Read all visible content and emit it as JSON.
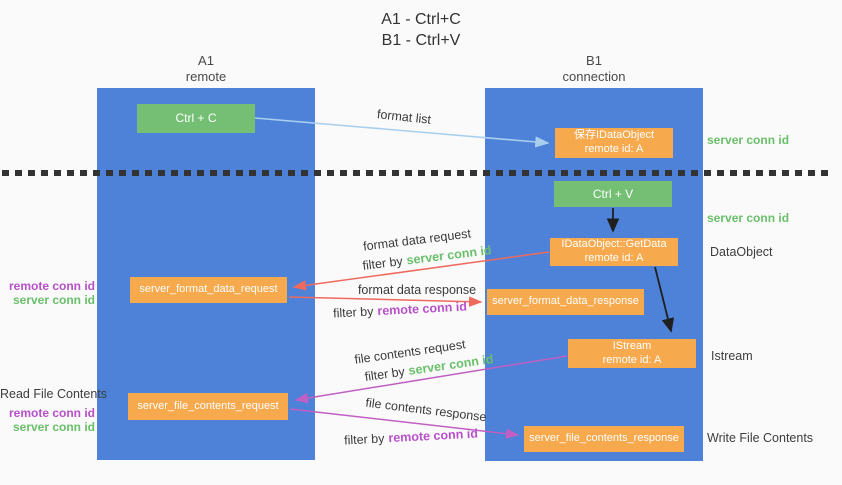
{
  "title": {
    "line1": "A1 - Ctrl+C",
    "line2": "B1 - Ctrl+V"
  },
  "lanes": {
    "a1": {
      "name": "A1",
      "subtitle": "remote"
    },
    "b1": {
      "name": "B1",
      "subtitle": "connection"
    }
  },
  "nodes": {
    "ctrl_c": {
      "label": "Ctrl + C"
    },
    "save_idataobject": {
      "label": "保存IDataObject",
      "sublabel": "remote id: A"
    },
    "ctrl_v": {
      "label": "Ctrl + V"
    },
    "getdata": {
      "label": "IDataObject::GetData",
      "sublabel": "remote id: A"
    },
    "format_request": {
      "label": "server_format_data_request"
    },
    "format_response": {
      "label": "server_format_data_response"
    },
    "istream": {
      "label": "IStream",
      "sublabel": "remote id: A"
    },
    "file_request": {
      "label": "server_file_contents_request"
    },
    "file_response": {
      "label": "server_file_contents_response"
    }
  },
  "edges": {
    "format_list": {
      "label": "format list"
    },
    "format_data_request": {
      "label": "format data request",
      "filter_prefix": "filter by",
      "filter_key": "server conn id"
    },
    "format_data_response": {
      "label": "format data response",
      "filter_prefix": "filter by",
      "filter_key": "remote conn id"
    },
    "file_contents_request": {
      "label": "file contents request",
      "filter_prefix": "filter by",
      "filter_key": "server conn id"
    },
    "file_contents_response": {
      "label": "file contents response",
      "filter_prefix": "filter by",
      "filter_key": "remote conn id"
    }
  },
  "side_labels": {
    "right_server_conn_id_1": "server conn id",
    "right_server_conn_id_2": "server conn id",
    "dataobject": "DataObject",
    "istream": "Istream",
    "write_file_contents": "Write File Contents",
    "left_remote_conn_id_1": "remote conn id",
    "left_server_conn_id_1": "server conn id",
    "read_file_contents": "Read File Contents",
    "left_remote_conn_id_2": "remote conn id",
    "left_server_conn_id_2": "server conn id"
  },
  "colors": {
    "background": "#fafafa",
    "lane_blue": "#4d82d8",
    "node_green": "#74bf74",
    "node_orange": "#f7a94e",
    "arrow_light_blue": "#a9cfee",
    "arrow_red": "#ee6a5f",
    "arrow_purple": "#c05fc4",
    "arrow_black": "#1f1f1f",
    "label_green": "#6abf6a",
    "label_purple": "#b750c9",
    "dotted_line": "#333333"
  }
}
